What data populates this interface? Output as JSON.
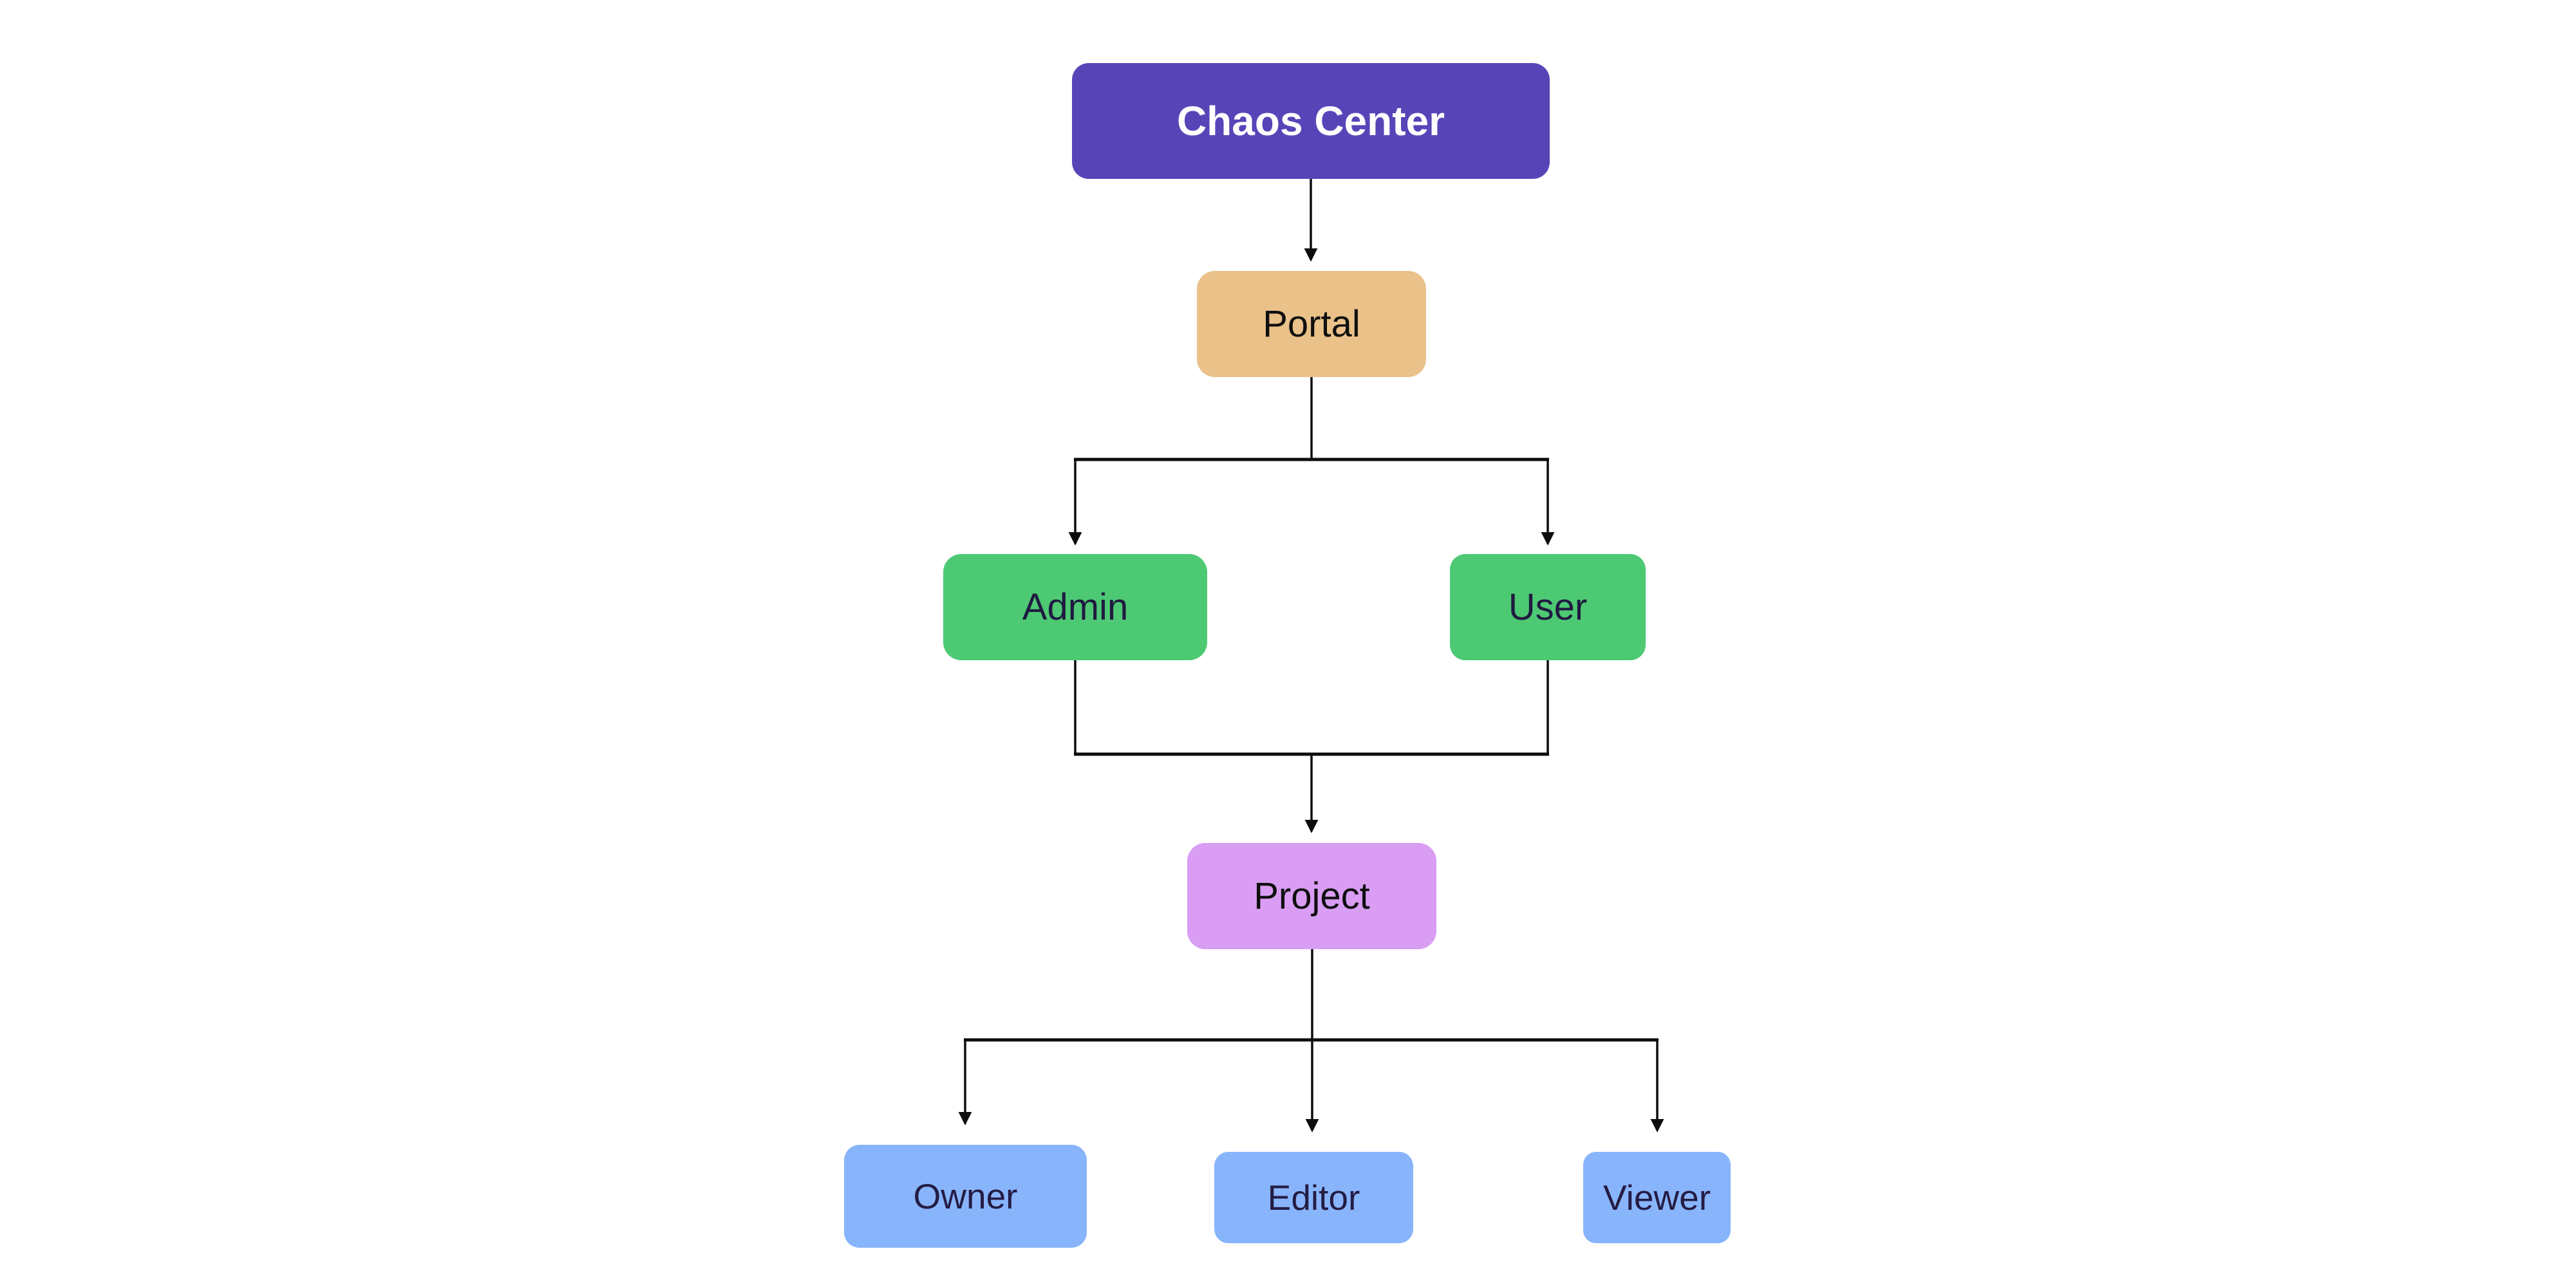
{
  "diagram": {
    "background": "#ffffff",
    "line_color": "#0d0d0d",
    "nodes": {
      "chaos_center": {
        "label": "Chaos Center",
        "fill": "#5745b8",
        "text_color": "#ffffff"
      },
      "portal": {
        "label": "Portal",
        "fill": "#e9c189",
        "text_color": "#0f0f0f"
      },
      "admin": {
        "label": "Admin",
        "fill": "#4dc974",
        "text_color": "#201a40"
      },
      "user": {
        "label": "User",
        "fill": "#4dc974",
        "text_color": "#201a40"
      },
      "project": {
        "label": "Project",
        "fill": "#d99df3",
        "text_color": "#0f0f0f"
      },
      "owner": {
        "label": "Owner",
        "fill": "#88b4fc",
        "text_color": "#241c43"
      },
      "editor": {
        "label": "Editor",
        "fill": "#88b4fc",
        "text_color": "#241c43"
      },
      "viewer": {
        "label": "Viewer",
        "fill": "#88b4fc",
        "text_color": "#241c43"
      }
    },
    "edges": [
      {
        "from": "Chaos Center",
        "to": "Portal"
      },
      {
        "from": "Portal",
        "to": "Admin"
      },
      {
        "from": "Portal",
        "to": "User"
      },
      {
        "from": "Admin",
        "to": "Project"
      },
      {
        "from": "User",
        "to": "Project"
      },
      {
        "from": "Project",
        "to": "Owner"
      },
      {
        "from": "Project",
        "to": "Editor"
      },
      {
        "from": "Project",
        "to": "Viewer"
      }
    ]
  }
}
